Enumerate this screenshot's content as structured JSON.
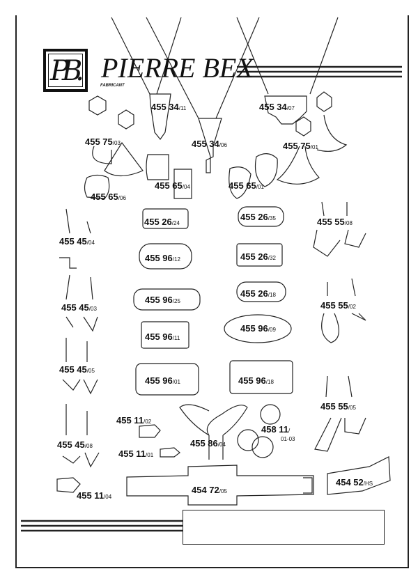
{
  "brand": {
    "monogram": "PB.",
    "name": "PIERRE BEX",
    "subtitle": "FABRICANT"
  },
  "items": [
    {
      "code": "455 34",
      "suffix": "/11"
    },
    {
      "code": "455 34",
      "suffix": "/07"
    },
    {
      "code": "455 75",
      "suffix": "/03"
    },
    {
      "code": "455 34",
      "suffix": "/06"
    },
    {
      "code": "455 75",
      "suffix": "/01"
    },
    {
      "code": "455 65",
      "suffix": "/04"
    },
    {
      "code": "455 65",
      "suffix": "/01"
    },
    {
      "code": "455 65",
      "suffix": "/06"
    },
    {
      "code": "455 26",
      "suffix": "/24"
    },
    {
      "code": "455 26",
      "suffix": "/35"
    },
    {
      "code": "455 45",
      "suffix": "/04"
    },
    {
      "code": "455 55",
      "suffix": "/08"
    },
    {
      "code": "455 96",
      "suffix": "/12"
    },
    {
      "code": "455 26",
      "suffix": "/32"
    },
    {
      "code": "455 26",
      "suffix": "/18"
    },
    {
      "code": "455 96",
      "suffix": "/25"
    },
    {
      "code": "455 45",
      "suffix": "/03"
    },
    {
      "code": "455 55",
      "suffix": "/02"
    },
    {
      "code": "455 96",
      "suffix": "/09"
    },
    {
      "code": "455 96",
      "suffix": "/11"
    },
    {
      "code": "455 45",
      "suffix": "/05"
    },
    {
      "code": "455 96",
      "suffix": "/01"
    },
    {
      "code": "455 96",
      "suffix": "/18"
    },
    {
      "code": "455 55",
      "suffix": "/05"
    },
    {
      "code": "455 11",
      "suffix": "/02"
    },
    {
      "code": "455 45",
      "suffix": "/08"
    },
    {
      "code": "455 86",
      "suffix": "/04"
    },
    {
      "code": "458 11",
      "suffix": "/",
      "sub": "01-03"
    },
    {
      "code": "455 11",
      "suffix": "/01"
    },
    {
      "code": "455 11",
      "suffix": "/04"
    },
    {
      "code": "454 72",
      "suffix": "/05"
    },
    {
      "code": "454 52",
      "suffix": "/HS"
    }
  ]
}
